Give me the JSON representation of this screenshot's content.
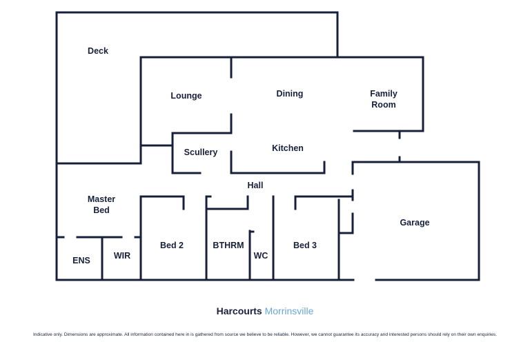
{
  "rooms": {
    "deck": "Deck",
    "lounge": "Lounge",
    "dining": "Dining",
    "family_room_line1": "Family",
    "family_room_line2": "Room",
    "scullery": "Scullery",
    "kitchen": "Kitchen",
    "hall": "Hall",
    "master_bed_line1": "Master",
    "master_bed_line2": "Bed",
    "garage": "Garage",
    "ens": "ENS",
    "wir": "WIR",
    "bed2": "Bed 2",
    "bathroom": "BTHRM",
    "wc": "WC",
    "bed3": "Bed 3"
  },
  "brand": {
    "name": "Harcourts",
    "office": "Morrinsville"
  },
  "disclaimer": "Indicative only. Dimensions are approximate. All information contained here in is gathered from source we believe to be reliable. However, we cannot guarantee its accuracy and interested persons should rely on their own enquiries.",
  "colors": {
    "wall": "#17203a",
    "brand_primary": "#17203a",
    "brand_secondary": "#6aa7d6"
  }
}
